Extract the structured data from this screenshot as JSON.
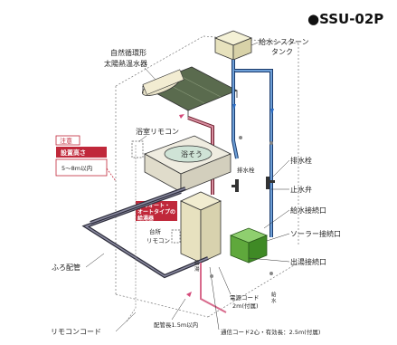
{
  "header": {
    "model": "●SSU-02P"
  },
  "labels": {
    "solar_heater_1": "自然循環形",
    "solar_heater_2": "太陽熱温水器",
    "cistern_1": "給水シスターン",
    "cistern_2": "タンク",
    "bath_remote": "浴室リモコン",
    "bathtub": "浴そう",
    "note_badge": "注意",
    "install_height": "設置高さ",
    "height_range": "5～8m以内",
    "faucet_left": "排水栓",
    "faucet_right": "排水栓",
    "stop_valve": "止水弁",
    "water_supply_port": "給水接続口",
    "solar_port": "ソーラー接続口",
    "hot_water_port": "出湯接続口",
    "full_auto_1": "フルオート・",
    "full_auto_2": "オートタイプの",
    "full_auto_3": "給湯器",
    "kitchen_remote_1": "台所",
    "kitchen_remote_2": "リモコン",
    "bath_piping": "ふろ配管",
    "remote_cord": "リモコンコード",
    "pipe_length": "配管長1.5m以内",
    "power_cord_1": "電源コード",
    "power_cord_2": "2m(付属)",
    "comm_cord": "通信コード2心・有効長：2.5m(付属)",
    "supply_vertical_1": "給",
    "supply_vertical_2": "水",
    "drain_vertical_1": "給",
    "drain_vertical_2": "湯"
  }
}
